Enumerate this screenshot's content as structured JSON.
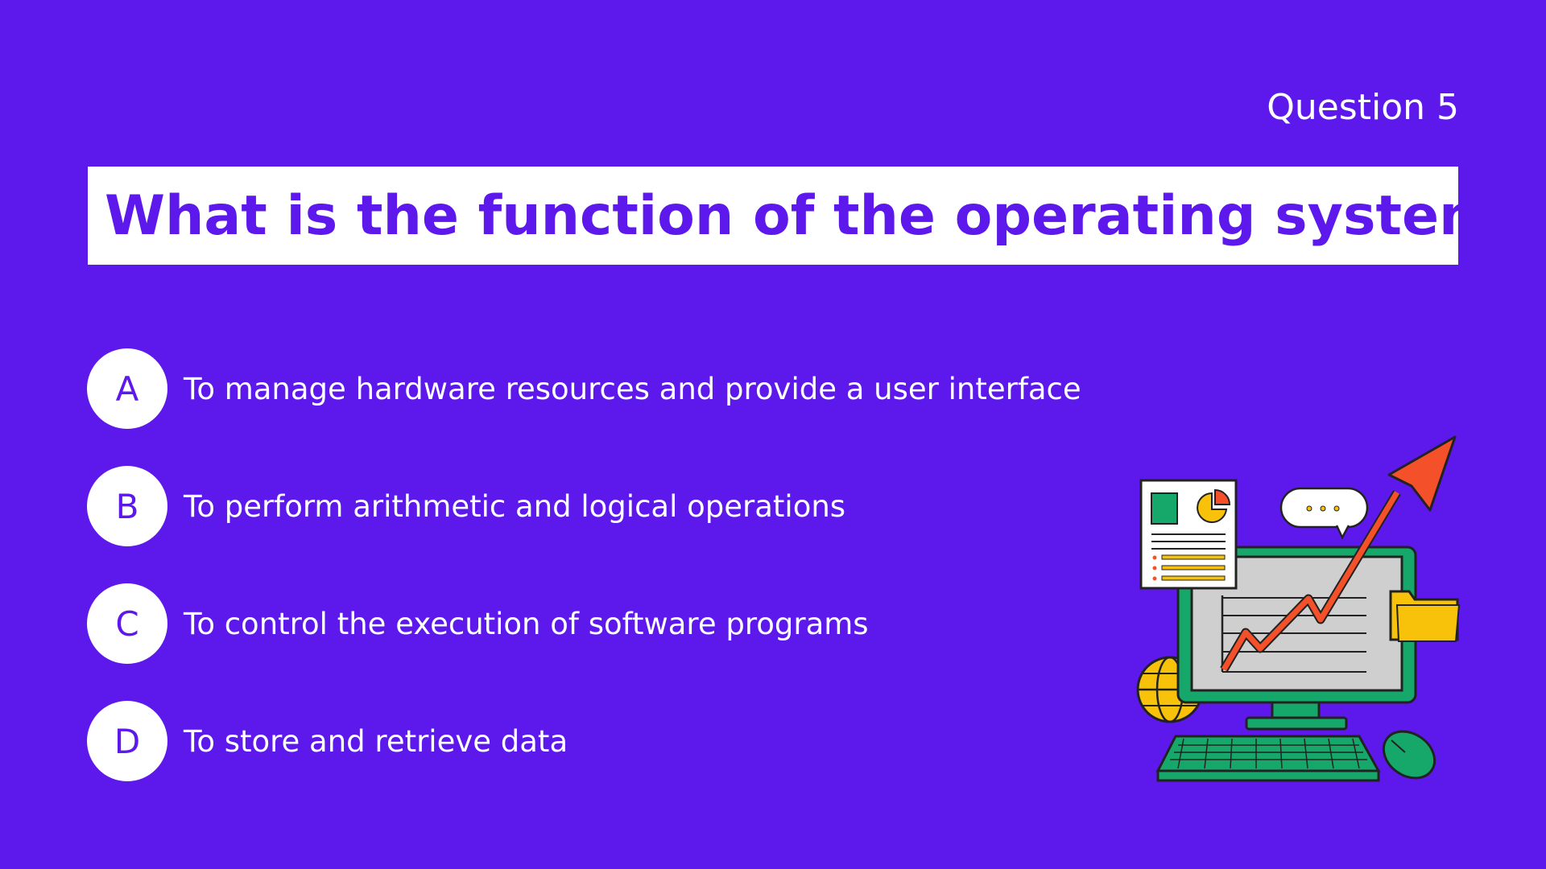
{
  "header": {
    "question_number": "Question 5"
  },
  "question": {
    "text": "What is the function of the operating system?"
  },
  "options": [
    {
      "letter": "A",
      "text": "To manage hardware resources and provide a user interface"
    },
    {
      "letter": "B",
      "text": "To perform arithmetic and logical operations"
    },
    {
      "letter": "C",
      "text": "To control the execution of software programs"
    },
    {
      "letter": "D",
      "text": "To store and retrieve data"
    }
  ],
  "colors": {
    "background": "#5d18eb",
    "panel": "#ffffff",
    "monitor": "#16a86a",
    "arrow": "#f4502a",
    "accent_yellow": "#f8c20a"
  },
  "illustration": {
    "icons": [
      "computer-monitor-icon",
      "keyboard-icon",
      "mouse-icon",
      "growth-arrow-icon",
      "document-icon",
      "chat-bubble-icon",
      "folder-icon",
      "globe-icon"
    ]
  }
}
